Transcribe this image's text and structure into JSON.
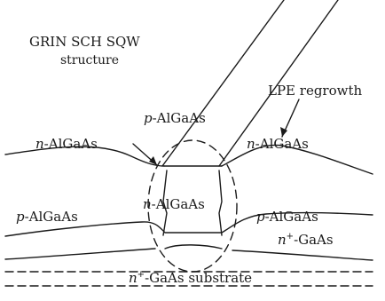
{
  "labels": {
    "grin_title": "GRIN SCH SQW",
    "grin_sub": "structure",
    "lpe": "LPE regrowth",
    "upper_p": {
      "prefix": "p",
      "text": "-AlGaAs"
    },
    "left_n": {
      "prefix": "n",
      "text": "-AlGaAs"
    },
    "right_n": {
      "prefix": "n",
      "text": "-AlGaAs"
    },
    "center_n": {
      "prefix": "n",
      "text": "-AlGaAs"
    },
    "left_p": {
      "prefix": "p",
      "text": "-AlGaAs"
    },
    "right_p": {
      "prefix": "p",
      "text": "-AlGaAs"
    },
    "nplus_gaas": {
      "prefix": "n",
      "sup": "+",
      "text": "-GaAs"
    },
    "substrate": {
      "prefix": "n",
      "sup": "+",
      "text": "-GaAs substrate"
    }
  },
  "colors": {
    "line": "#1a1a1a",
    "background": "#ffffff"
  }
}
